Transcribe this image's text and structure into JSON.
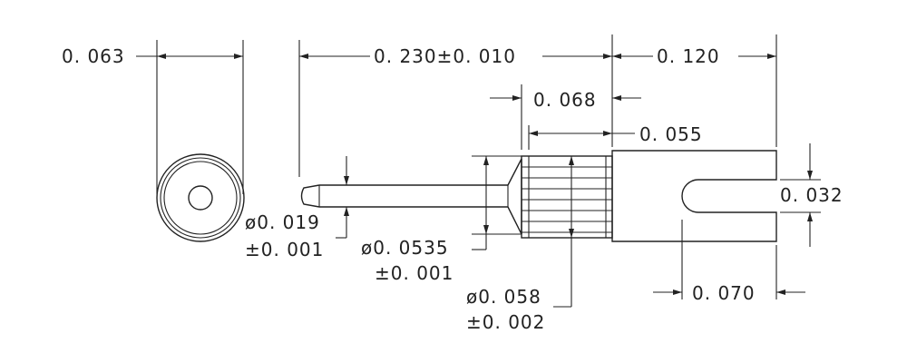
{
  "dimensions": {
    "end_diameter": "0. 063",
    "overall_pin_length": "0. 230±0. 010",
    "fork_length": "0. 120",
    "knurl_length": "0. 068",
    "collar_to_body": "0. 055",
    "slot_width": "0. 032",
    "pin_diameter_value": "ø0. 019",
    "pin_diameter_tol": "±0. 001",
    "shank_diameter_value": "ø0. 0535",
    "shank_diameter_tol": "±0. 001",
    "knurl_diameter_value": "ø0. 058",
    "knurl_diameter_tol": "±0. 002",
    "slot_depth": "0. 070"
  }
}
